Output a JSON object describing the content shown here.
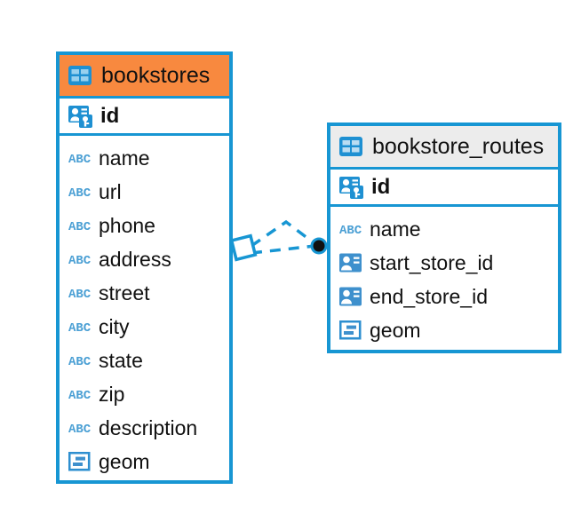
{
  "diagram": {
    "type": "er-diagram",
    "background": "#ffffff",
    "accent_color": "#1796D3",
    "highlight_color": "#F8893F",
    "header_grey": "#ECECEC",
    "entities": [
      {
        "name": "bookstores",
        "header_color": "#F8893F",
        "icon": "table-icon",
        "primary_key": {
          "label": "id",
          "icon": "primary-key-icon"
        },
        "fields": [
          {
            "label": "name",
            "icon": "text-abc-icon"
          },
          {
            "label": "url",
            "icon": "text-abc-icon"
          },
          {
            "label": "phone",
            "icon": "text-abc-icon"
          },
          {
            "label": "address",
            "icon": "text-abc-icon"
          },
          {
            "label": "street",
            "icon": "text-abc-icon"
          },
          {
            "label": "city",
            "icon": "text-abc-icon"
          },
          {
            "label": "state",
            "icon": "text-abc-icon"
          },
          {
            "label": "zip",
            "icon": "text-abc-icon"
          },
          {
            "label": "description",
            "icon": "text-abc-icon"
          },
          {
            "label": "geom",
            "icon": "geometry-icon"
          }
        ]
      },
      {
        "name": "bookstore_routes",
        "header_color": "#ECECEC",
        "icon": "table-icon",
        "primary_key": {
          "label": "id",
          "icon": "primary-key-icon"
        },
        "fields": [
          {
            "label": "name",
            "icon": "text-abc-icon"
          },
          {
            "label": "start_store_id",
            "icon": "foreign-key-icon"
          },
          {
            "label": "end_store_id",
            "icon": "foreign-key-icon"
          },
          {
            "label": "geom",
            "icon": "geometry-icon"
          }
        ]
      }
    ],
    "relationship": {
      "from_entity": "bookstores",
      "to_entity": "bookstore_routes",
      "line_style": "dashed",
      "line_color": "#1796D3",
      "source_marker": "diamond-outline",
      "target_marker": "filled-circle"
    }
  }
}
